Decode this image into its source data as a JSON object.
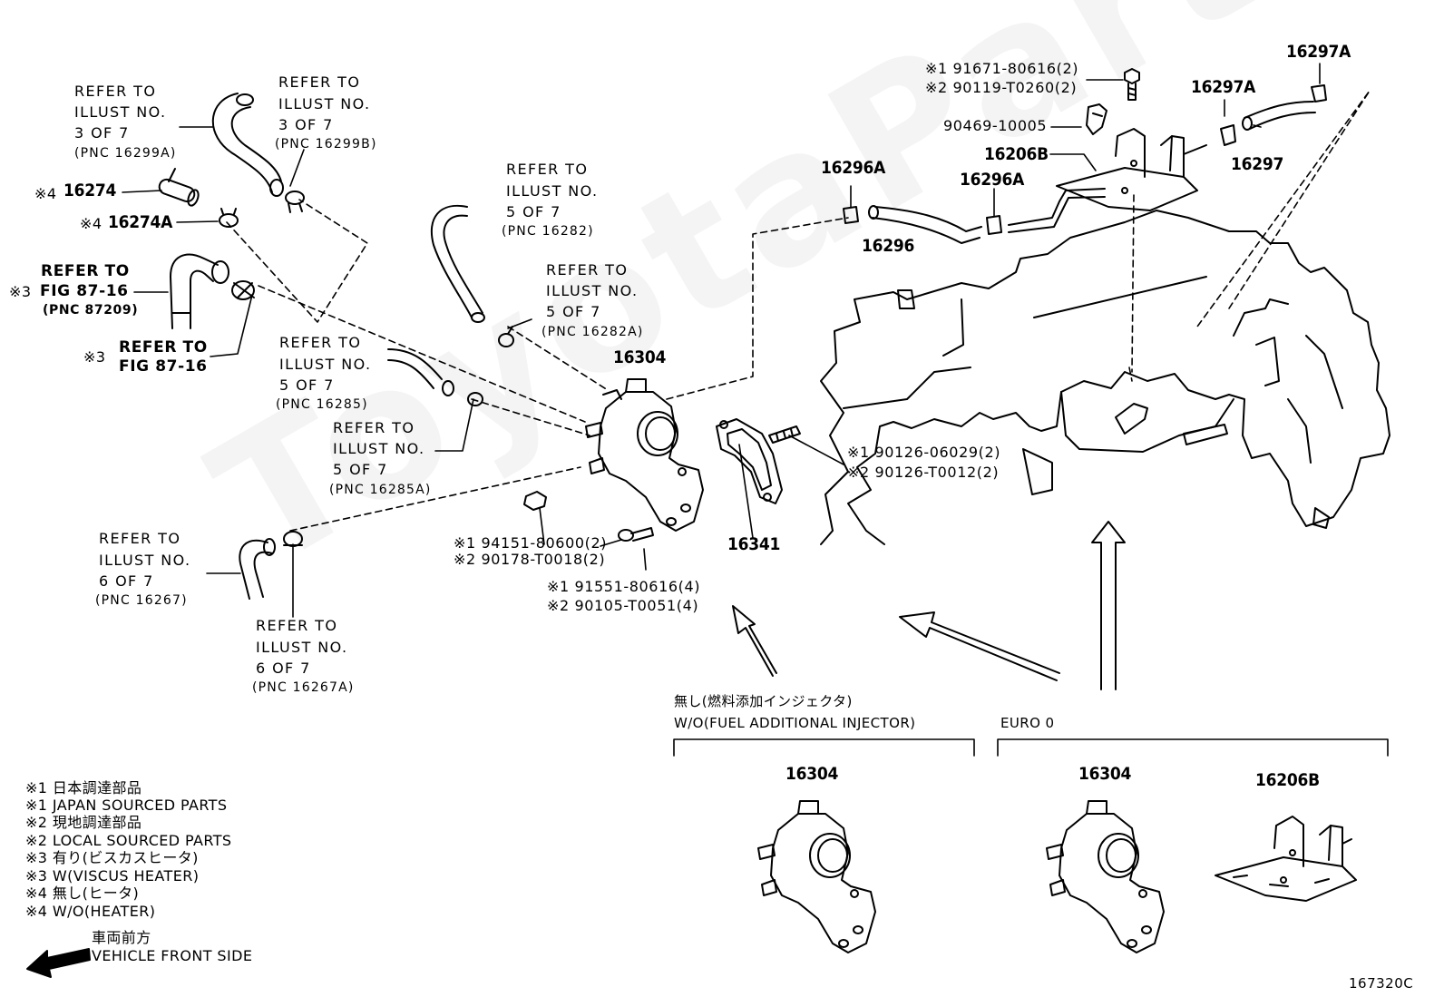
{
  "watermark": "ToyotaPartsMine.ru",
  "parts": {
    "p16274": "16274",
    "p16274A": "16274A",
    "p16304": "16304",
    "p16341": "16341",
    "p16296A_1": "16296A",
    "p16296A_2": "16296A",
    "p16296": "16296",
    "p16206B": "16206B",
    "p16297A_1": "16297A",
    "p16297A_2": "16297A",
    "p16297": "16297",
    "sec1_16304": "16304",
    "sec2_16304": "16304",
    "sec2_16206B": "16206B"
  },
  "marks": {
    "m4a": "※4",
    "m4b": "※4",
    "m3a": "※3",
    "m3b": "※3"
  },
  "refs": {
    "r16299A": [
      "REFER TO",
      "ILLUST NO.",
      "3 OF 7",
      "(PNC 16299A)"
    ],
    "r16299B": [
      "REFER TO",
      "ILLUST NO.",
      "3 OF 7",
      "(PNC 16299B)"
    ],
    "r16282": [
      "REFER TO",
      "ILLUST NO.",
      "5 OF 7",
      "(PNC 16282)"
    ],
    "r16282A": [
      "REFER TO",
      "ILLUST NO.",
      "5 OF 7",
      "(PNC 16282A)"
    ],
    "r16285": [
      "REFER TO",
      "ILLUST NO.",
      "5 OF 7",
      "(PNC 16285)"
    ],
    "r16285A": [
      "REFER TO",
      "ILLUST NO.",
      "5 OF 7",
      "(PNC 16285A)"
    ],
    "r16267": [
      "REFER TO",
      "ILLUST NO.",
      "6 OF 7",
      "(PNC 16267)"
    ],
    "r16267A": [
      "REFER TO",
      "ILLUST NO.",
      "6 OF 7",
      "(PNC 16267A)"
    ],
    "rfig1": [
      "REFER TO",
      "FIG 87-16",
      "(PNC 87209)"
    ],
    "rfig2": [
      "REFER TO",
      "FIG 87-16"
    ]
  },
  "fasteners": {
    "f1": [
      "※1 91671-80616(2)",
      "※2 90119-T0260(2)"
    ],
    "f2": "90469-10005",
    "f3": [
      "※1 90126-06029(2)",
      "※2 90126-T0012(2)"
    ],
    "f4": [
      "※1 94151-80600(2)",
      "※2 90178-T0018(2)"
    ],
    "f5": [
      "※1 91551-80616(4)",
      "※2 90105-T0051(4)"
    ]
  },
  "sections": {
    "wo_injector_jp": "無し(燃料添加インジェクタ)",
    "wo_injector_en": "W/O(FUEL ADDITIONAL INJECTOR)",
    "euro0": "EURO 0"
  },
  "legend": [
    "※1  日本調達部品",
    "※1  JAPAN SOURCED PARTS",
    "※2  現地調達部品",
    "※2  LOCAL SOURCED PARTS",
    "※3  有り(ビスカスヒータ)",
    "※3  W(VISCUS HEATER)",
    "※4 無し(ヒータ)",
    "※4 W/O(HEATER)"
  ],
  "front": {
    "jp": "車両前方",
    "en": "VEHICLE FRONT SIDE"
  },
  "diagram_id": "167320C"
}
